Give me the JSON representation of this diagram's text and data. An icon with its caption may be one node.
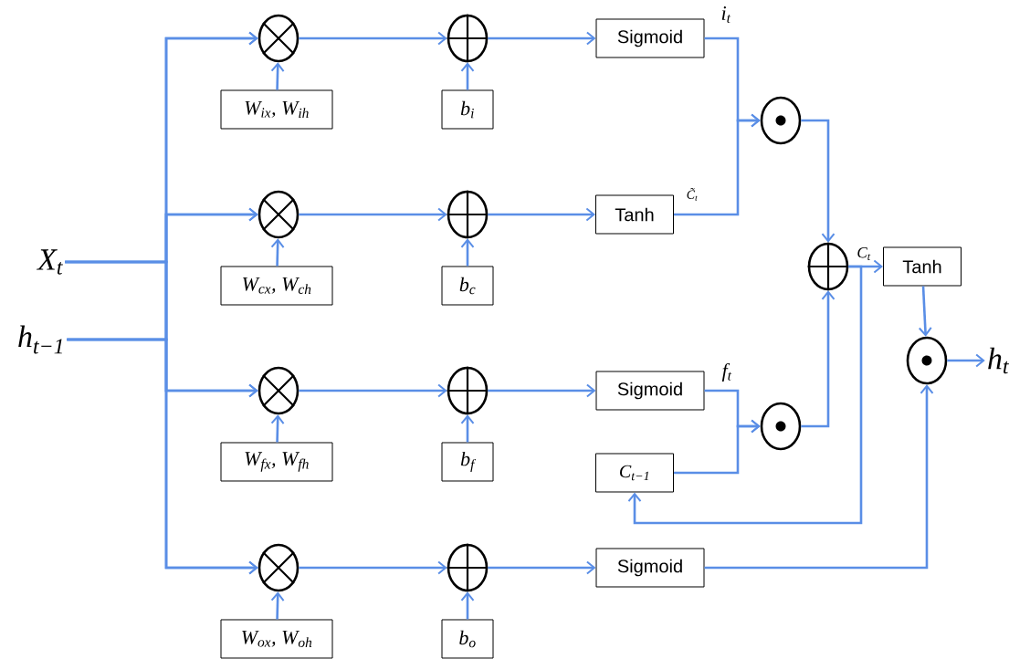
{
  "diagram": {
    "nodes": [
      {
        "text": [
          "X$_{t}$"
        ]
      },
      {
        "text": [
          "h$_{t−1}$"
        ]
      },
      {
        "text": [],
        "shape": "cross-circle"
      },
      {
        "text": [],
        "shape": "plus-circle"
      },
      {
        "text": [
          "Sigmoid"
        ]
      },
      {
        "text": [
          "W$_{ix}$, W$_{ih}$"
        ]
      },
      {
        "text": [
          "b$_{i}$"
        ]
      },
      {
        "text": [],
        "shape": "dot-circle"
      },
      {
        "text": [],
        "shape": "cross-circle"
      },
      {
        "text": [],
        "shape": "plus-circle"
      },
      {
        "text": [
          "Tanh"
        ]
      },
      {
        "text": [
          "W$_{cx}$, W$_{ch}$"
        ]
      },
      {
        "text": [
          "b$_{c}$"
        ]
      },
      {
        "text": [],
        "shape": "plus-circle"
      },
      {
        "text": [
          "Tanh"
        ]
      },
      {
        "text": [],
        "shape": "dot-circle"
      },
      {
        "text": [
          "h$_{t}$"
        ]
      },
      {
        "text": [],
        "shape": "cross-circle"
      },
      {
        "text": [],
        "shape": "plus-circle"
      },
      {
        "text": [
          "Sigmoid"
        ]
      },
      {
        "text": [],
        "shape": "dot-circle"
      },
      {
        "text": [
          "W$_{fx}$, W$_{fh}$"
        ]
      },
      {
        "text": [
          "b$_{f}$"
        ]
      },
      {
        "text": [
          "C$_{t−1}$"
        ]
      },
      {
        "text": [],
        "shape": "cross-circle"
      },
      {
        "text": [],
        "shape": "plus-circle"
      },
      {
        "text": [
          "Sigmoid"
        ]
      },
      {
        "text": [
          "W$_{ox}$, W$_{oh}$"
        ]
      },
      {
        "text": [
          "b$_{o}$"
        ]
      }
    ],
    "edges": [
      {
        "from": 0,
        "to": 2,
        "arrow": "to"
      },
      {
        "from": 0,
        "to": 8,
        "arrow": "to"
      },
      {
        "from": 0,
        "to": 17,
        "arrow": "to"
      },
      {
        "from": 0,
        "to": 24,
        "arrow": "to"
      },
      {
        "from": 1,
        "to": 2,
        "arrow": "to"
      },
      {
        "from": 1,
        "to": 8,
        "arrow": "to"
      },
      {
        "from": 1,
        "to": 17,
        "arrow": "to"
      },
      {
        "from": 1,
        "to": 24,
        "arrow": "to"
      },
      {
        "from": 5,
        "to": 2,
        "arrow": "to"
      },
      {
        "from": 2,
        "to": 3,
        "arrow": "to"
      },
      {
        "from": 6,
        "to": 3,
        "arrow": "to"
      },
      {
        "from": 3,
        "to": 4,
        "arrow": "to"
      },
      {
        "from": 11,
        "to": 8,
        "arrow": "to"
      },
      {
        "from": 8,
        "to": 9,
        "arrow": "to"
      },
      {
        "from": 12,
        "to": 9,
        "arrow": "to"
      },
      {
        "from": 9,
        "to": 10,
        "arrow": "to"
      },
      {
        "from": 21,
        "to": 17,
        "arrow": "to"
      },
      {
        "from": 17,
        "to": 18,
        "arrow": "to"
      },
      {
        "from": 22,
        "to": 18,
        "arrow": "to"
      },
      {
        "from": 18,
        "to": 19,
        "arrow": "to"
      },
      {
        "from": 27,
        "to": 24,
        "arrow": "to"
      },
      {
        "from": 24,
        "to": 25,
        "arrow": "to"
      },
      {
        "from": 28,
        "to": 25,
        "arrow": "to"
      },
      {
        "from": 25,
        "to": 26,
        "arrow": "to"
      },
      {
        "from": 4,
        "to": 7,
        "arrow": "to",
        "label": "i$_{t}$"
      },
      {
        "from": 10,
        "to": 7,
        "arrow": "to",
        "label": "C̃$_{t}$"
      },
      {
        "from": 7,
        "to": 13,
        "arrow": "to"
      },
      {
        "from": 19,
        "to": 20,
        "arrow": "to",
        "label": "f$_{t}$"
      },
      {
        "from": 23,
        "to": 20,
        "arrow": "to"
      },
      {
        "from": 20,
        "to": 13,
        "arrow": "to"
      },
      {
        "from": 13,
        "to": 14,
        "arrow": "to",
        "label": "C$_{t}$"
      },
      {
        "from": 13,
        "to": 23,
        "arrow": "to"
      },
      {
        "from": 14,
        "to": 15,
        "arrow": "to"
      },
      {
        "from": 26,
        "to": 15,
        "arrow": "to"
      },
      {
        "from": 15,
        "to": 16,
        "arrow": "to"
      }
    ]
  }
}
